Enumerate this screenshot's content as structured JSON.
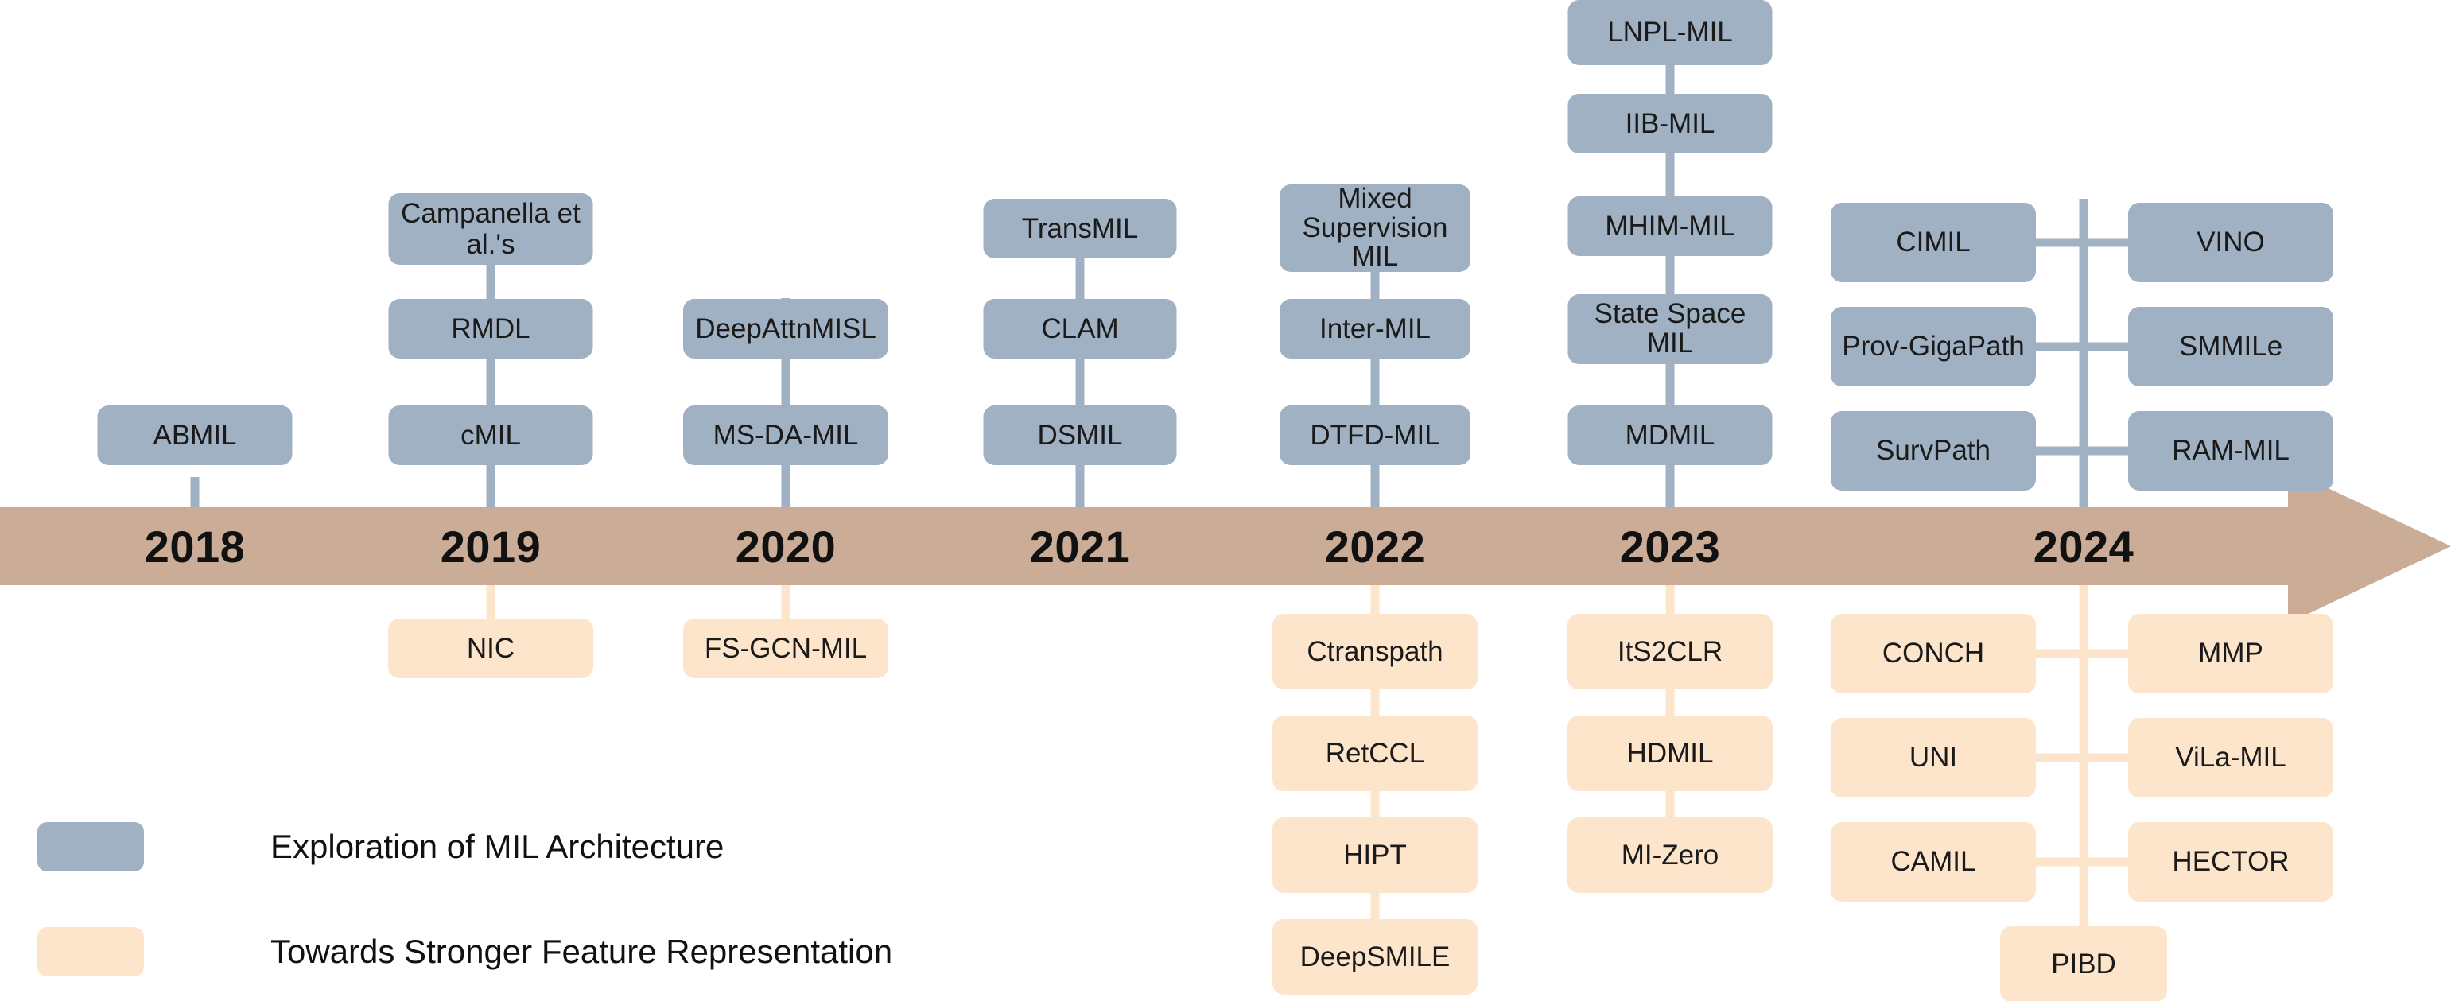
{
  "colors": {
    "architecture": "#9fb1c2",
    "representation": "#fde5cb",
    "timeline_bar": "#cbac96",
    "background": "#ffffff",
    "text": "#111111"
  },
  "timeline": {
    "years": [
      "2018",
      "2019",
      "2020",
      "2021",
      "2022",
      "2023",
      "2024"
    ]
  },
  "legend": {
    "items": [
      {
        "swatch": "architecture",
        "label": "Exploration of MIL Architecture"
      },
      {
        "swatch": "representation",
        "label": "Towards Stronger Feature Representation"
      }
    ]
  },
  "above_timeline": {
    "category": "Exploration of MIL Architecture",
    "columns": [
      {
        "year": "2018",
        "nodes": [
          "ABMIL"
        ]
      },
      {
        "year": "2019",
        "nodes": [
          "Campanella et al.'s",
          "RMDL",
          "cMIL"
        ]
      },
      {
        "year": "2020",
        "nodes": [
          "DeepAttnMISL",
          "MS-DA-MIL"
        ]
      },
      {
        "year": "2021",
        "nodes": [
          "TransMIL",
          "CLAM",
          "DSMIL"
        ]
      },
      {
        "year": "2022",
        "nodes": [
          "Mixed Supervision MIL",
          "Inter-MIL",
          "DTFD-MIL"
        ]
      },
      {
        "year": "2023",
        "nodes": [
          "LNPL-MIL",
          "IIB-MIL",
          "MHIM-MIL",
          "State Space MIL",
          "MDMIL"
        ]
      },
      {
        "year": "2024",
        "left_nodes": [
          "CIMIL",
          "Prov-GigaPath",
          "SurvPath"
        ],
        "right_nodes": [
          "VINO",
          "SMMILe",
          "RAM-MIL"
        ]
      }
    ]
  },
  "below_timeline": {
    "category": "Towards Stronger Feature Representation",
    "columns": [
      {
        "year": "2019",
        "nodes": [
          "NIC"
        ]
      },
      {
        "year": "2020",
        "nodes": [
          "FS-GCN-MIL"
        ]
      },
      {
        "year": "2022",
        "nodes": [
          "Ctranspath",
          "RetCCL",
          "HIPT",
          "DeepSMILE"
        ]
      },
      {
        "year": "2023",
        "nodes": [
          "ItS2CLR",
          "HDMIL",
          "MI-Zero"
        ]
      },
      {
        "year": "2024",
        "left_nodes": [
          "CONCH",
          "UNI",
          "CAMIL"
        ],
        "right_nodes": [
          "MMP",
          "ViLa-MIL",
          "HECTOR"
        ],
        "center_nodes": [
          "PIBD"
        ]
      }
    ]
  },
  "nodes": {
    "abmil": "ABMIL",
    "campanella": "Campanella et al.'s",
    "rmdl": "RMDL",
    "cmil": "cMIL",
    "deepattnmisl": "DeepAttnMISL",
    "msdamil": "MS-DA-MIL",
    "transmil": "TransMIL",
    "clam": "CLAM",
    "dsmil": "DSMIL",
    "mixedsup": "Mixed Supervision MIL",
    "intermil": "Inter-MIL",
    "dtfdmil": "DTFD-MIL",
    "lnplmil": "LNPL-MIL",
    "iibmil": "IIB-MIL",
    "mhimmil": "MHIM-MIL",
    "statespace": "State Space MIL",
    "mdmil": "MDMIL",
    "cimil": "CIMIL",
    "provgigapath": "Prov-GigaPath",
    "survpath": "SurvPath",
    "vino": "VINO",
    "smmile": "SMMILe",
    "rammil": "RAM-MIL",
    "nic": "NIC",
    "fsgcnmil": "FS-GCN-MIL",
    "ctranspath": "Ctranspath",
    "retccl": "RetCCL",
    "hipt": "HIPT",
    "deepsmile": "DeepSMILE",
    "its2clr": "ItS2CLR",
    "hdmil": "HDMIL",
    "mizero": "MI-Zero",
    "conch": "CONCH",
    "uni": "UNI",
    "camil": "CAMIL",
    "mmp": "MMP",
    "vilamil": "ViLa-MIL",
    "hector": "HECTOR",
    "pibd": "PIBD"
  }
}
